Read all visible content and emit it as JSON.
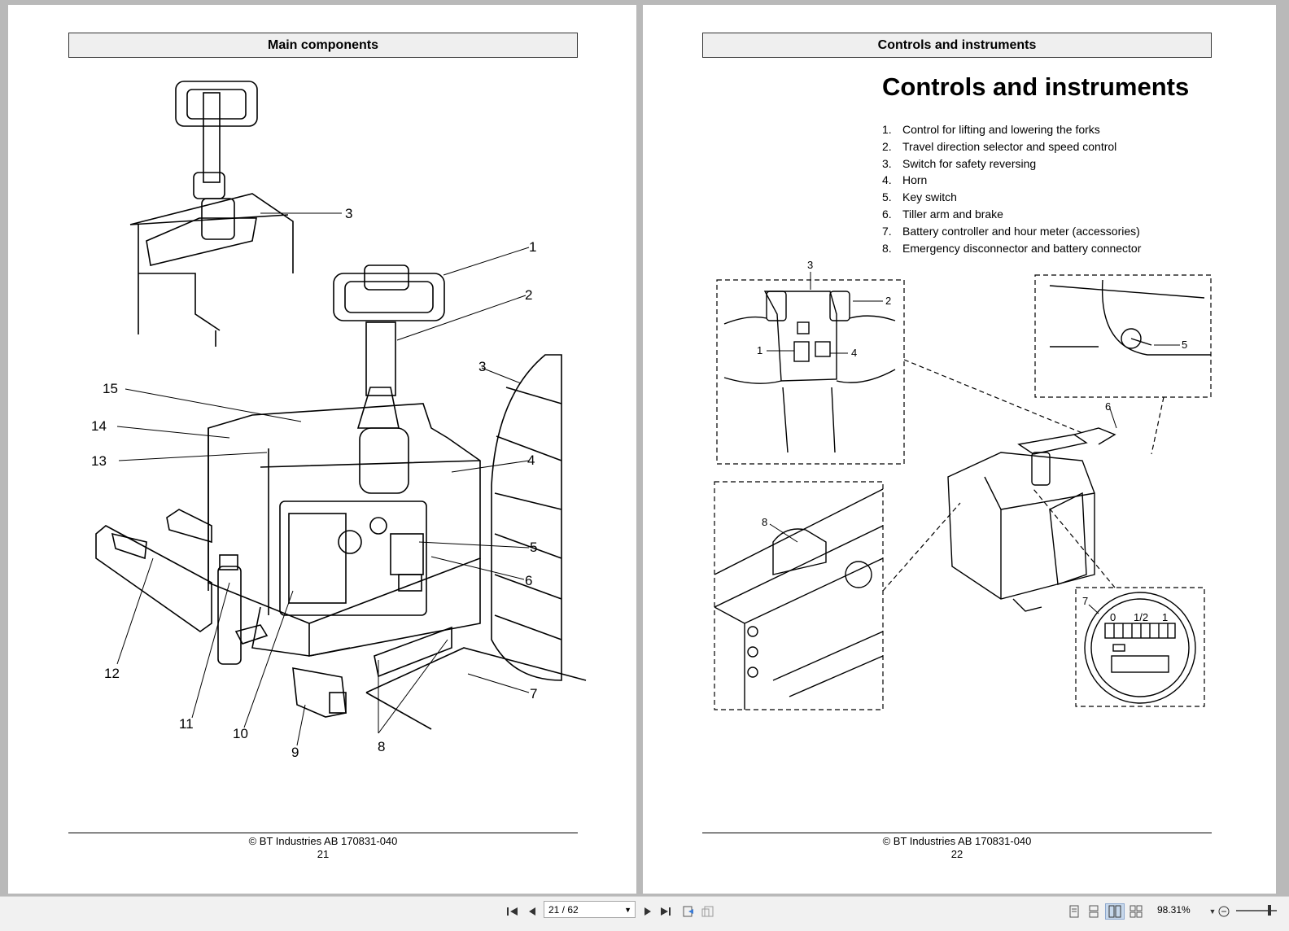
{
  "left_page": {
    "header": "Main components",
    "callouts": [
      "1",
      "2",
      "3",
      "3",
      "4",
      "5",
      "6",
      "7",
      "8",
      "9",
      "10",
      "11",
      "12",
      "13",
      "14",
      "15"
    ],
    "footer_copyright": "© BT Industries AB 170831-040",
    "page_number": "21"
  },
  "right_page": {
    "header": "Controls and instruments",
    "title": "Controls and instruments",
    "items": [
      {
        "num": "1.",
        "text": "Control for lifting and lowering the forks"
      },
      {
        "num": "2.",
        "text": "Travel direction selector and speed control"
      },
      {
        "num": "3.",
        "text": "Switch for safety reversing"
      },
      {
        "num": "4.",
        "text": "Horn"
      },
      {
        "num": "5.",
        "text": "Key switch"
      },
      {
        "num": "6.",
        "text": "Tiller arm and brake"
      },
      {
        "num": "7.",
        "text": "Battery controller and hour meter (accessories)"
      },
      {
        "num": "8.",
        "text": "Emergency disconnector and battery connector"
      }
    ],
    "callouts": [
      "1",
      "2",
      "3",
      "4",
      "5",
      "6",
      "7",
      "8"
    ],
    "gauge_labels": {
      "empty": "0",
      "half": "1/2",
      "full": "1"
    },
    "footer_copyright": "© BT Industries AB 170831-040",
    "page_number": "22"
  },
  "toolbar": {
    "page_indicator": "21 / 62",
    "zoom": "98.31%",
    "icons": [
      "first-page-icon",
      "prev-page-icon",
      "next-page-icon",
      "last-page-icon",
      "previous-view-icon",
      "next-view-icon",
      "single-page-icon",
      "continuous-icon",
      "facing-icon",
      "continuous-facing-icon",
      "zoom-out-icon"
    ]
  }
}
